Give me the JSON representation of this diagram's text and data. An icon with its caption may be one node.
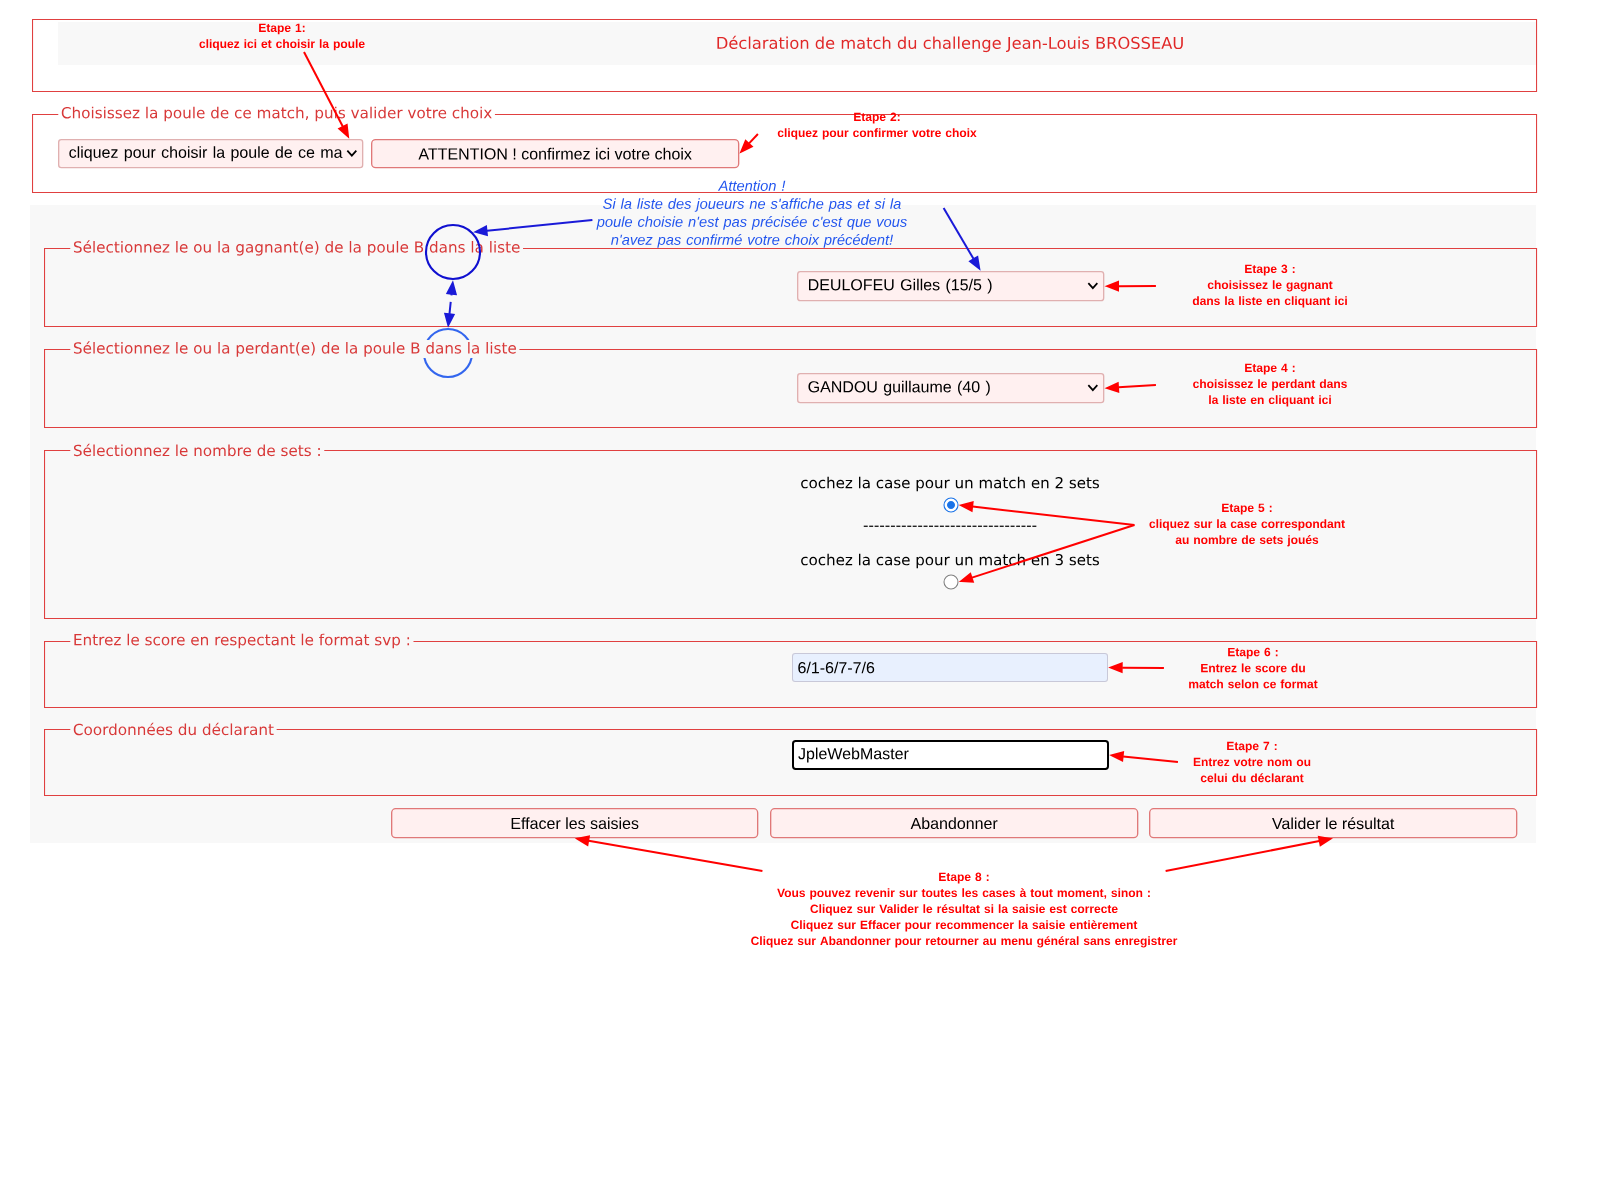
{
  "diagram": {
    "nodes": [
      {
        "text": [
          "Déclaration de match du challenge Jean-Louis BROSSEAU"
        ]
      },
      {
        "text": [
          "Choisissez la poule de ce match, puis valider votre choix"
        ]
      },
      {
        "text": [
          "cliquez pour choisir la poule de ce ma"
        ],
        "in": 1
      },
      {
        "text": [
          "ATTENTION ! confirmez ici votre choix"
        ],
        "in": 1
      },
      {
        "text": [
          "Etape 1:",
          "cliquez ici et choisir la poule"
        ],
        "in": 0
      },
      {
        "text": [
          "Etape 2:",
          "cliquez pour confirmer votre choix"
        ],
        "in": 1
      },
      {
        "text": [
          "Attention !",
          "Si la liste des joueurs ne s'affiche pas et si la poule choisie n'est pas précisée c'est que vous n'avez pas confirmé votre choix précédent!"
        ]
      },
      {
        "text": [
          "Sélectionnez le ou la gagnant(e) de la poule B dans la liste"
        ]
      },
      {
        "text": [
          "DEULOFEU Gilles (15/5 )"
        ],
        "in": 7
      },
      {
        "text": [],
        "shape": "circle"
      },
      {
        "text": [],
        "shape": "circle"
      },
      {
        "text": [
          "Etape 3 :",
          "choisissez le gagnant dans la liste en cliquant ici"
        ],
        "in": 7
      },
      {
        "text": [
          "Sélectionnez le ou la perdant(e) de la poule B dans la liste"
        ]
      },
      {
        "text": [
          "GANDOU guillaume (40 )"
        ],
        "in": 12
      },
      {
        "text": [
          "Etape 4 :",
          "choisissez le perdant dans la liste en cliquant ici"
        ],
        "in": 12
      },
      {
        "text": [
          "Sélectionnez le nombre de sets :",
          "cochez la case pour un match en 2 sets",
          "--------------------------------",
          "cochez la case pour un match en 3 sets"
        ]
      },
      {
        "text": [],
        "shape": "circle",
        "in": 15
      },
      {
        "text": [],
        "shape": "circle",
        "in": 15
      },
      {
        "text": [
          "Etape 5 :",
          "cliquez sur la case correspondant au nombre de sets joués"
        ],
        "in": 15
      },
      {
        "text": [
          "Entrez le score en respectant le format svp :"
        ]
      },
      {
        "text": [
          "6/1-6/7-7/6"
        ],
        "in": 19
      },
      {
        "text": [
          "Etape 6 :",
          "Entrez le score du match selon ce format"
        ],
        "in": 19
      },
      {
        "text": [
          "Coordonnées du déclarant"
        ]
      },
      {
        "text": [
          "JpleWebMaster"
        ],
        "in": 22
      },
      {
        "text": [
          "Etape 7 :",
          "Entrez votre nom ou celui du déclarant"
        ],
        "in": 22
      },
      {
        "text": [
          "Effacer les saisies"
        ]
      },
      {
        "text": [
          "Abandonner"
        ]
      },
      {
        "text": [
          "Valider le résultat"
        ]
      },
      {
        "text": [
          "Etape 8 :",
          "Vous pouvez revenir sur toutes les cases à tout moment, sinon :",
          "Cliquez sur Valider le résultat si la saisie est correcte",
          "Cliquez sur Effacer pour recommencer la saisie entièrement",
          "Cliquez sur Abandonner pour retourner au menu général sans enregistrer"
        ]
      }
    ],
    "edges": [
      {
        "from": 4,
        "to": 2,
        "arrow": "to"
      },
      {
        "from": 5,
        "to": 3,
        "arrow": "to"
      },
      {
        "from": 6,
        "to": 9,
        "arrow": "to",
        "color": "#1a1ad8"
      },
      {
        "from": 6,
        "to": 8,
        "arrow": "to",
        "color": "#1a1ad8"
      },
      {
        "from": 10,
        "to": 9,
        "arrow": "both",
        "style": "dashed",
        "color": "#1a1ad8"
      },
      {
        "from": 11,
        "to": 8,
        "arrow": "to"
      },
      {
        "from": 14,
        "to": 13,
        "arrow": "to"
      },
      {
        "from": 18,
        "to": 16,
        "arrow": "to"
      },
      {
        "from": 18,
        "to": 17,
        "arrow": "to"
      },
      {
        "from": 21,
        "to": 20,
        "arrow": "to"
      },
      {
        "from": 24,
        "to": 23,
        "arrow": "to"
      },
      {
        "from": 28,
        "to": 25,
        "arrow": "to"
      },
      {
        "from": 28,
        "to": 27,
        "arrow": "to"
      }
    ]
  }
}
